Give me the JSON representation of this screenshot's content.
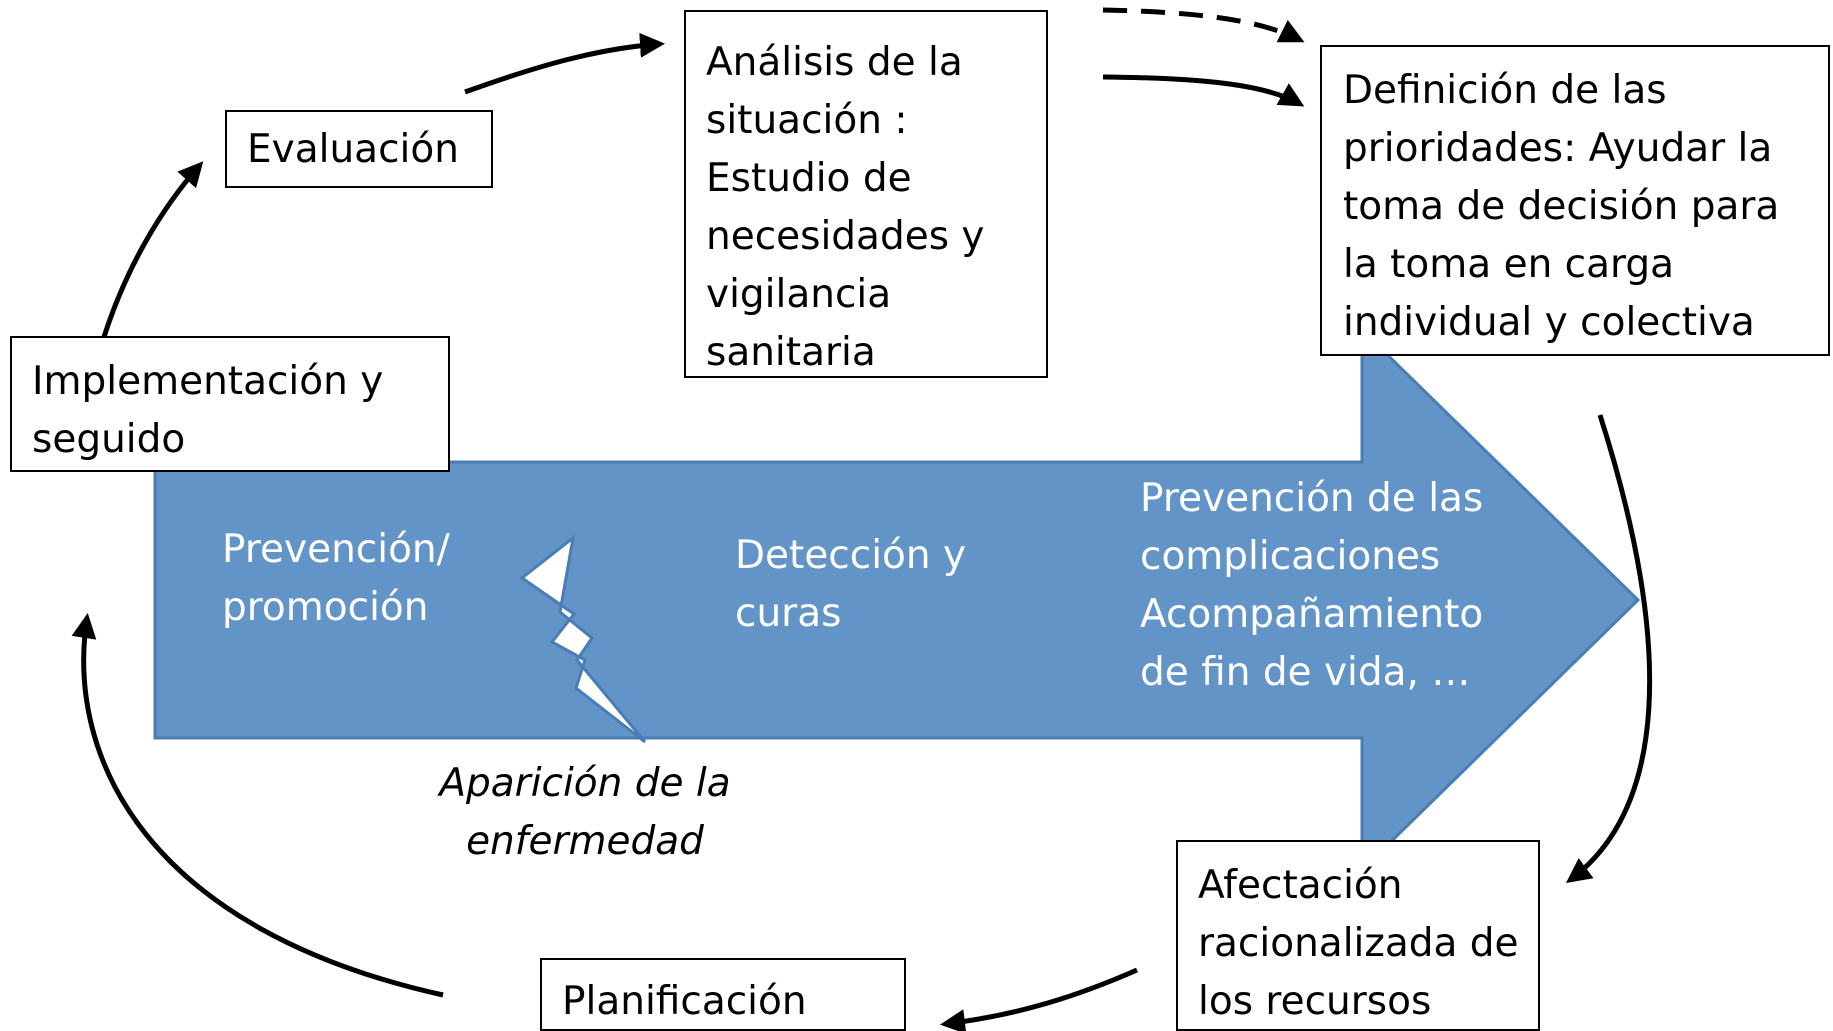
{
  "colors": {
    "arrow_fill": "#6294C8",
    "arrow_stroke": "#4A7DB5",
    "box_border": "#000000",
    "text_dark": "#000000",
    "text_light": "#FFFFFF"
  },
  "boxes": {
    "analisis": [
      "Análisis de la",
      "situación :",
      "Estudio de",
      "necesidades y",
      "vigilancia",
      "sanitaria"
    ],
    "evaluacion": [
      "Evaluación"
    ],
    "definicion": [
      "Definición de las",
      "prioridades: Ayudar la",
      "toma de decisión para",
      "la toma en carga",
      "individual y colectiva"
    ],
    "implementacion": [
      "Implementación y",
      "seguido"
    ],
    "afectacion": [
      "Afectación",
      "racionalizada de",
      "los  recursos"
    ],
    "planificacion": [
      "Planificación"
    ]
  },
  "big_arrow": {
    "prevencion": [
      "Prevención/",
      "promoción"
    ],
    "deteccion": [
      "Detección y",
      "curas"
    ],
    "complicaciones": [
      "Prevención de las",
      "complicaciones",
      "Acompañamiento",
      "de fin de vida, …"
    ]
  },
  "onset_label": [
    "Aparición de la",
    "enfermedad"
  ],
  "icons": {
    "onset_marker": "lightning-bolt-icon"
  }
}
